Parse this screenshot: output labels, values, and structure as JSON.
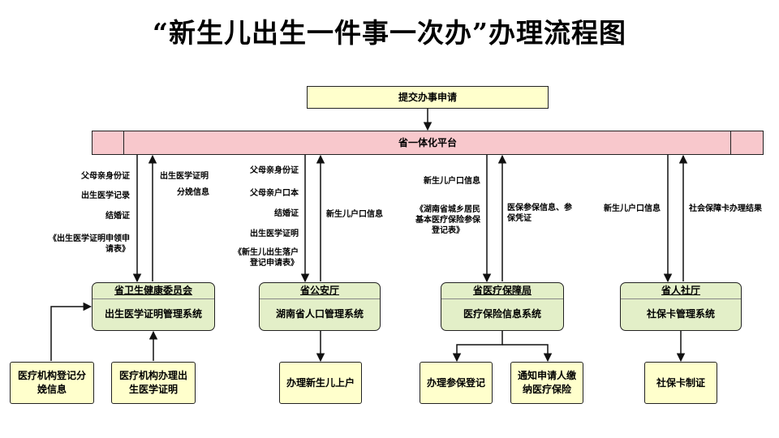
{
  "title": "“新生儿出生一件事一次办”办理流程图",
  "submit": "提交办事申请",
  "platform": "省一体化平台",
  "departments": [
    {
      "name": "省卫生健康委员会",
      "system": "出生医学证明管理系统"
    },
    {
      "name": "省公安厅",
      "system": "湖南省人口管理系统"
    },
    {
      "name": "省医疗保障局",
      "system": "医疗保险信息系统"
    },
    {
      "name": "省人社厅",
      "system": "社保卡管理系统"
    }
  ],
  "outputs": {
    "hospital_register": "医疗机构登记分娩信息",
    "hospital_certificate": "医疗机构办理出生医学证明",
    "newborn_household": "办理新生儿上户",
    "insurance_register": "办理参保登记",
    "notify_payment": "通知申请人缴纳医疗保险",
    "card_making": "社保卡制证"
  },
  "labels": {
    "health_down": [
      "父母亲身份证",
      "出生医学记录",
      "结婚证",
      "《出生医学证明申领申请表》"
    ],
    "health_up": [
      "出生医学证明",
      "分娩信息"
    ],
    "police_down": [
      "父母亲身份证",
      "父母亲户口本",
      "结婚证",
      "出生医学证明",
      "《新生儿出生落户登记申请表》"
    ],
    "police_up": "新生儿户口信息",
    "medical_down": [
      "新生儿户口信息",
      "《湖南省城乡居民基本医疗保险参保登记表》"
    ],
    "medical_up": "医保参保信息、参保凭证",
    "hr_down": "新生儿户口信息",
    "hr_up": "社会保障卡办理结果"
  }
}
